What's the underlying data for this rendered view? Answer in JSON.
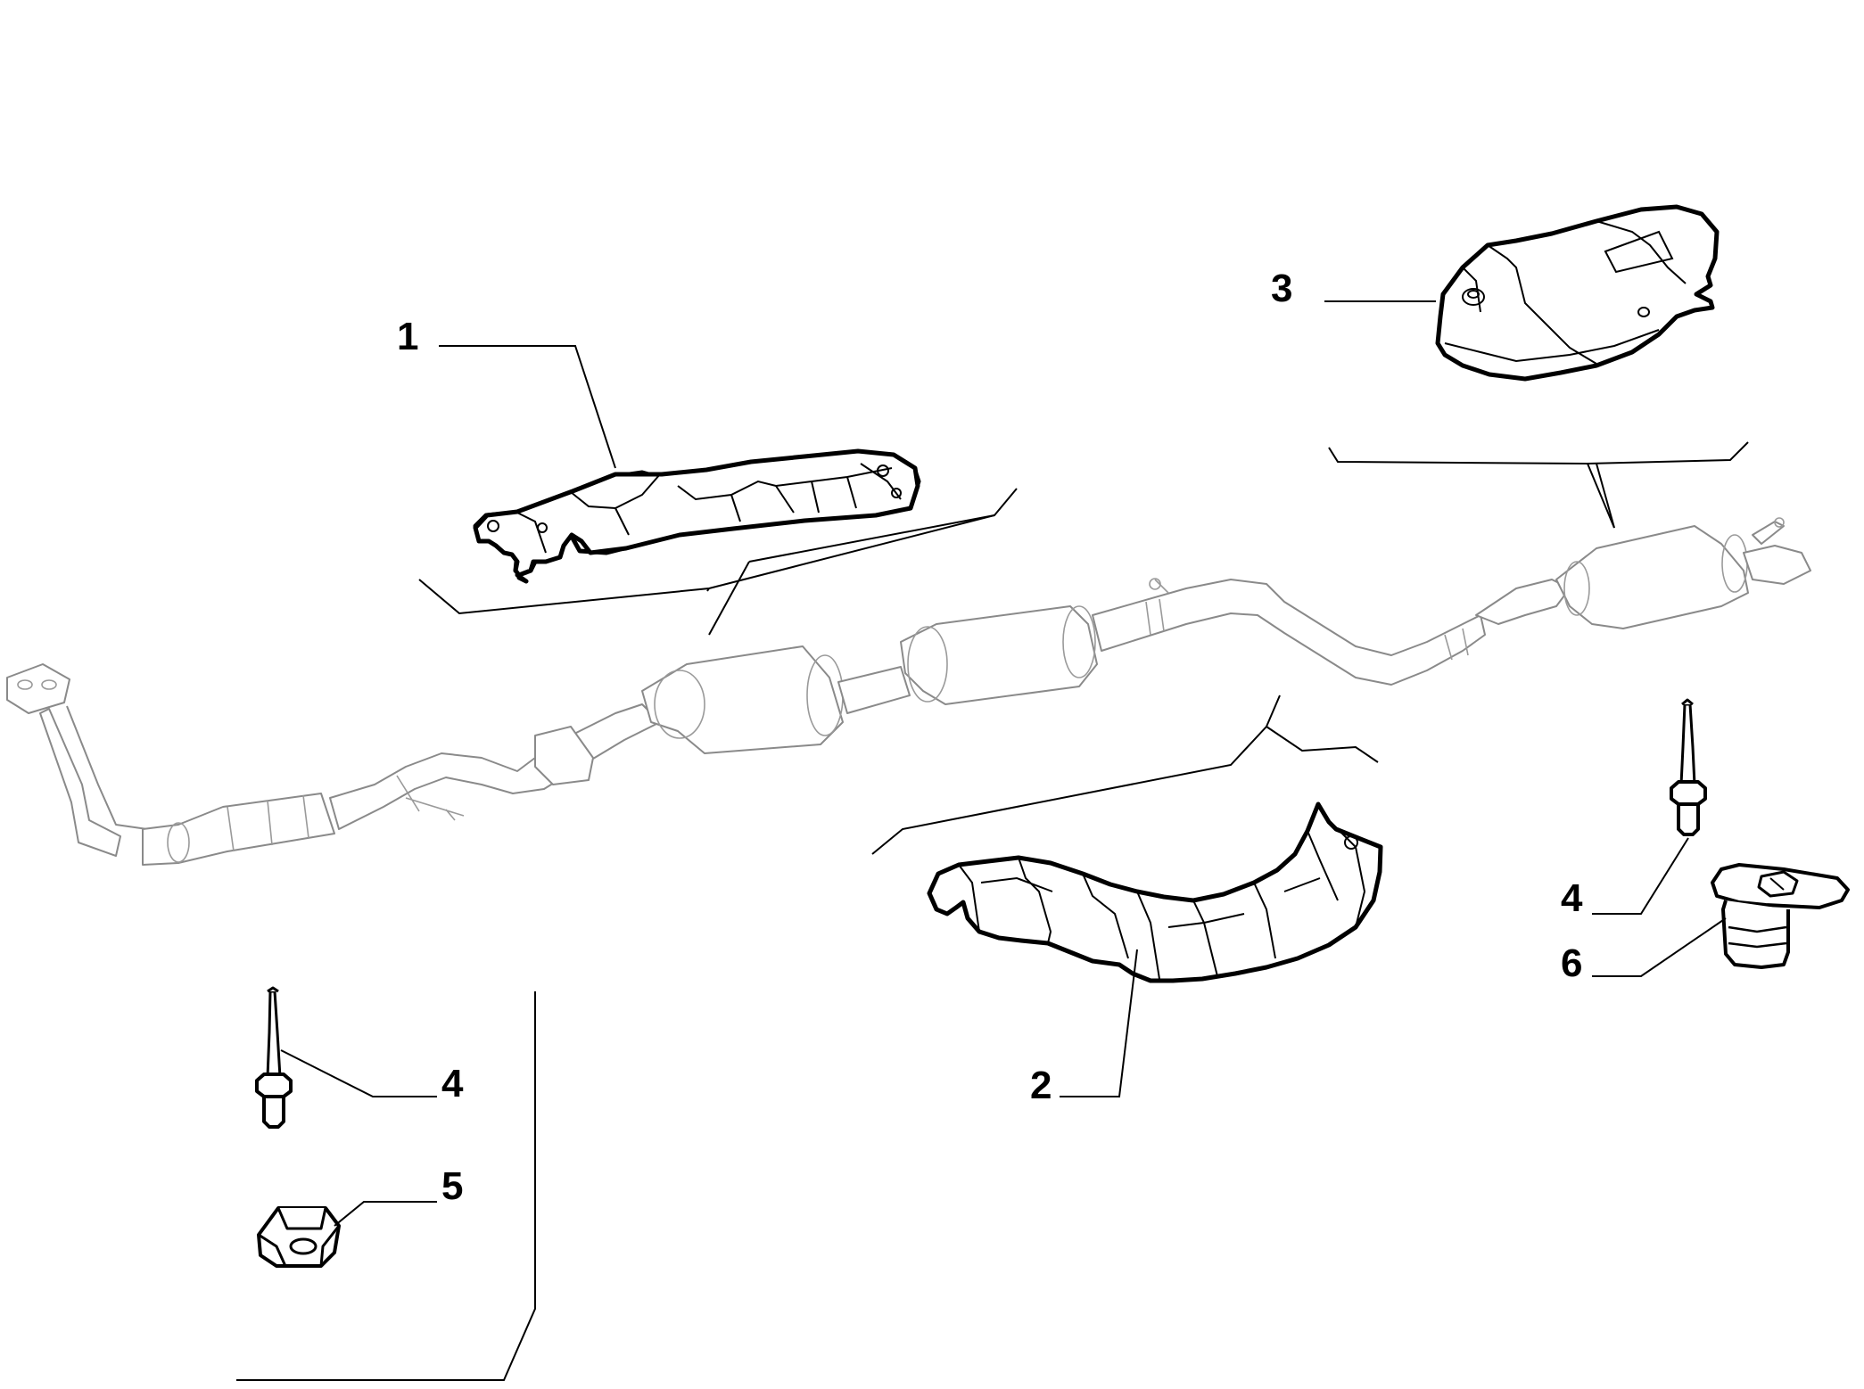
{
  "diagram": {
    "callouts": [
      {
        "id": "c1",
        "label": "1"
      },
      {
        "id": "c2",
        "label": "2"
      },
      {
        "id": "c3",
        "label": "3"
      },
      {
        "id": "c4a",
        "label": "4"
      },
      {
        "id": "c4b",
        "label": "4"
      },
      {
        "id": "c5",
        "label": "5"
      },
      {
        "id": "c6",
        "label": "6"
      }
    ]
  }
}
